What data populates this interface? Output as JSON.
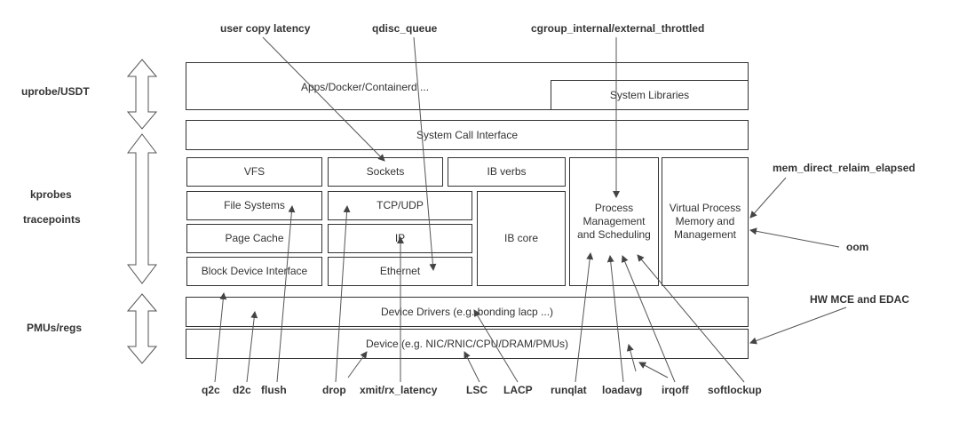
{
  "side_labels": {
    "uprobe": "uprobe/USDT",
    "kprobes": "kprobes",
    "tracepoints": "tracepoints",
    "pmus": "PMUs/regs"
  },
  "top_labels": {
    "user_copy": "user copy latency",
    "qdisc": "qdisc_queue",
    "cgroup": "cgroup_internal/external_throttled"
  },
  "right_labels": {
    "mem_direct": "mem_direct_relaim_elapsed",
    "oom": "oom",
    "hw_mce": "HW MCE and EDAC"
  },
  "bottom_labels": {
    "q2c": "q2c",
    "d2c": "d2c",
    "flush": "flush",
    "drop": "drop",
    "xmit": "xmit/rx_latency",
    "lsc": "LSC",
    "lacp": "LACP",
    "runqlat": "runqlat",
    "loadavg": "loadavg",
    "irqoff": "irqoff",
    "softlockup": "softlockup"
  },
  "boxes": {
    "apps": "Apps/Docker/Containerd ...",
    "syslib": "System Libraries",
    "syscall": "System Call Interface",
    "vfs": "VFS",
    "sockets": "Sockets",
    "ibverbs": "IB verbs",
    "fs": "File Systems",
    "tcpudp": "TCP/UDP",
    "pagecache": "Page Cache",
    "ip": "IP",
    "blockdev": "Block Device Interface",
    "ethernet": "Ethernet",
    "ibcore": "IB core",
    "proc": "Process Management and Scheduling",
    "vmem": "Virtual Process Memory and Management",
    "drivers": "Device Drivers (e.g. bonding lacp ...)",
    "device": "Device (e.g. NIC/RNIC/CPU/DRAM/PMUs)"
  }
}
